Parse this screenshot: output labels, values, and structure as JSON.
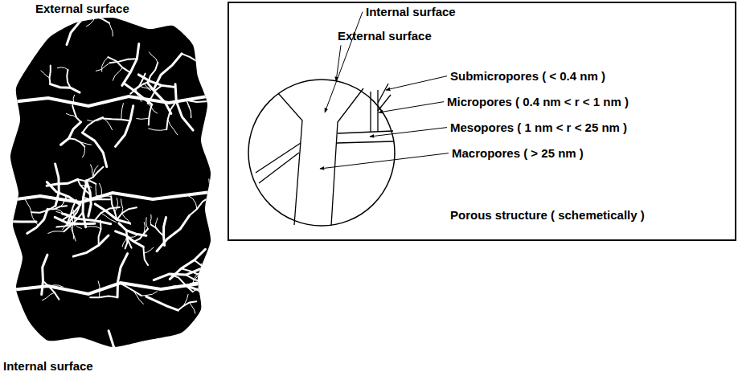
{
  "diagram": {
    "nodes": [
      {
        "text": [
          "Porous structure ( schemetically )"
        ]
      }
    ],
    "labels": [
      "External surface",
      "Internal surface",
      "Internal surface",
      "External surface",
      "Submicropores ( < 0.4 nm )",
      "Micropores ( 0.4 nm < r < 1 nm )",
      "Mesopores ( 1 nm < r < 25 nm )",
      "Macropores ( > 25 nm )"
    ]
  }
}
